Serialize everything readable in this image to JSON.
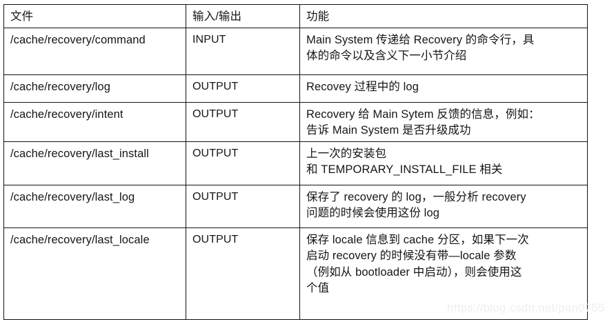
{
  "table": {
    "headers": [
      "文件",
      "输入/输出",
      "功能"
    ],
    "rows": [
      {
        "file": "/cache/recovery/command",
        "io": "INPUT",
        "func_lines": [
          "Main System 传递给 Recovery 的命令行，具",
          "体的命令以及含义下一小节介绍"
        ]
      },
      {
        "file": "/cache/recovery/log",
        "io": "OUTPUT",
        "func_lines": [
          "Recovey 过程中的 log"
        ]
      },
      {
        "file": "/cache/recovery/intent",
        "io": "OUTPUT",
        "func_lines": [
          "Recovery 给 Main Sytem 反馈的信息，例如：",
          "告诉 Main System 是否升级成功"
        ]
      },
      {
        "file": "/cache/recovery/last_install",
        "io": "OUTPUT",
        "func_lines": [
          "上一次的安装包",
          "和 TEMPORARY_INSTALL_FILE 相关"
        ]
      },
      {
        "file": "/cache/recovery/last_log",
        "io": "OUTPUT",
        "func_lines": [
          "保存了 recovery 的 log，一般分析 recovery",
          "问题的时候会使用这份 log"
        ]
      },
      {
        "file": "/cache/recovery/last_locale",
        "io": "OUTPUT",
        "func_lines": [
          "保存 locale 信息到 cache 分区，如果下一次",
          "启动 recovery 的时候没有带—locale 参数",
          "（例如从 bootloader 中启动），则会使用这",
          "个值"
        ]
      }
    ]
  },
  "watermark": {
    "text": "https://blog.csdn.net/pan0755"
  },
  "colors": {
    "border": "#111111",
    "text": "#151515",
    "background": "#ffffff",
    "watermark": "#efefef"
  }
}
